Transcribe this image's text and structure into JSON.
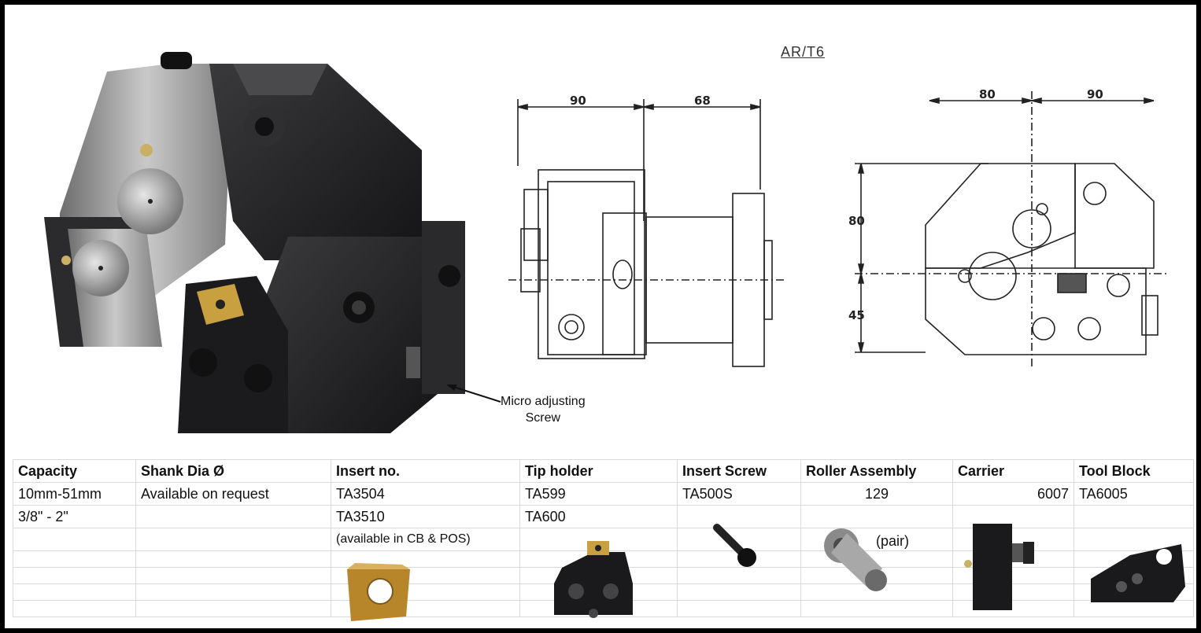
{
  "drawing": {
    "title": "AR/T6",
    "side_dims": [
      "90",
      "68"
    ],
    "front_dims_h": [
      "80",
      "90"
    ],
    "front_dims_v": [
      "80",
      "45"
    ]
  },
  "annotation": {
    "line1": "Micro adjusting",
    "line2": "Screw"
  },
  "table": {
    "headers": [
      "Capacity",
      "Shank Dia Ø",
      "Insert no.",
      "Tip holder",
      "Insert Screw",
      "Roller Assembly",
      "Carrier",
      "Tool Block"
    ],
    "row1": [
      "10mm-51mm",
      "Available on request",
      "TA3504",
      "TA599",
      "TA500S",
      "129",
      "6007",
      "TA6005"
    ],
    "row2": [
      "3/8\" - 2\"",
      "",
      "TA3510",
      "TA600",
      "",
      "",
      "",
      ""
    ],
    "note": "(available in CB & POS)",
    "pair": "(pair)"
  },
  "colors": {
    "block_dark": "#1c1c1e",
    "steel": "#9a9a9a",
    "insert_gold": "#b8862a"
  }
}
